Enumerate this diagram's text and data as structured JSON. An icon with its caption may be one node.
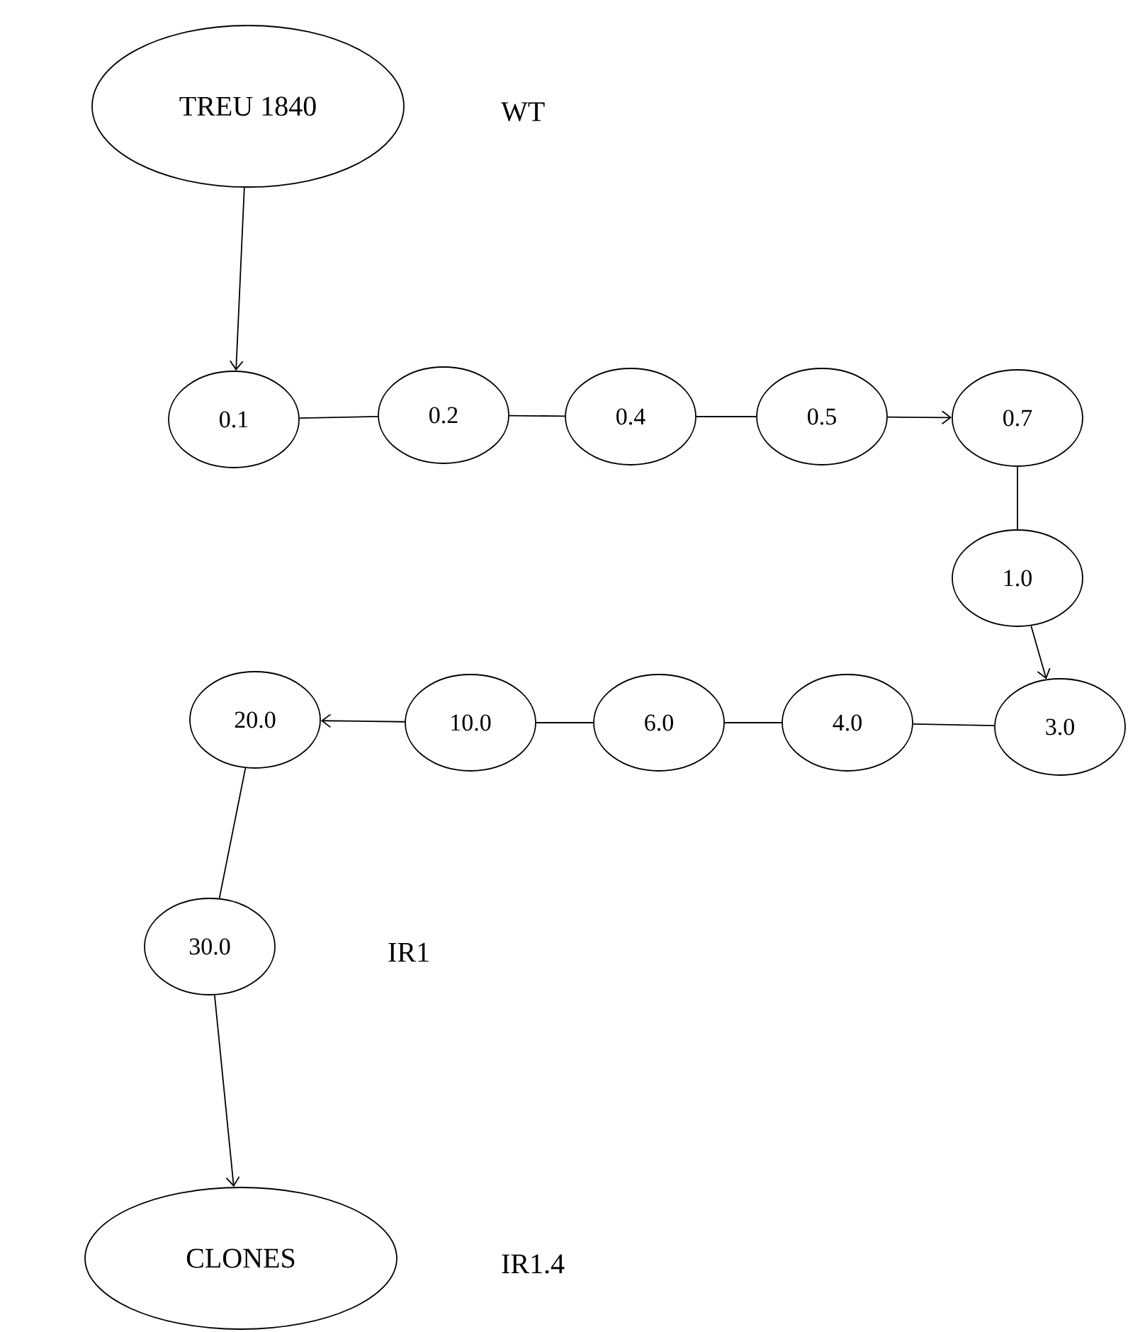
{
  "diagram": {
    "nodes": [
      {
        "text": [
          "TREU 1840"
        ],
        "beside": [
          "WT"
        ]
      },
      {
        "text": [
          "0.1"
        ]
      },
      {
        "text": [
          "0.2"
        ]
      },
      {
        "text": [
          "0.4"
        ]
      },
      {
        "text": [
          "0.5"
        ]
      },
      {
        "text": [
          "0.7"
        ]
      },
      {
        "text": [
          "1.0"
        ]
      },
      {
        "text": [
          "20.0"
        ]
      },
      {
        "text": [
          "10.0"
        ]
      },
      {
        "text": [
          "6.0"
        ]
      },
      {
        "text": [
          "4.0"
        ]
      },
      {
        "text": [
          "3.0"
        ]
      },
      {
        "text": [
          "30.0"
        ],
        "beside": [
          "IR1"
        ]
      },
      {
        "text": [
          "CLONES"
        ],
        "beside": [
          "IR1.4"
        ]
      }
    ],
    "edges": [
      {
        "from": 0,
        "to": 1,
        "arrow": "to"
      },
      {
        "from": 1,
        "to": 2,
        "arrow": "none"
      },
      {
        "from": 2,
        "to": 3,
        "arrow": "none"
      },
      {
        "from": 3,
        "to": 4,
        "arrow": "none"
      },
      {
        "from": 4,
        "to": 5,
        "arrow": "to"
      },
      {
        "from": 5,
        "to": 6,
        "arrow": "none"
      },
      {
        "from": 6,
        "to": 11,
        "arrow": "to"
      },
      {
        "from": 11,
        "to": 10,
        "arrow": "none"
      },
      {
        "from": 10,
        "to": 9,
        "arrow": "none"
      },
      {
        "from": 9,
        "to": 8,
        "arrow": "none"
      },
      {
        "from": 8,
        "to": 7,
        "arrow": "to"
      },
      {
        "from": 7,
        "to": 12,
        "arrow": "none"
      },
      {
        "from": 12,
        "to": 13,
        "arrow": "to"
      }
    ]
  }
}
